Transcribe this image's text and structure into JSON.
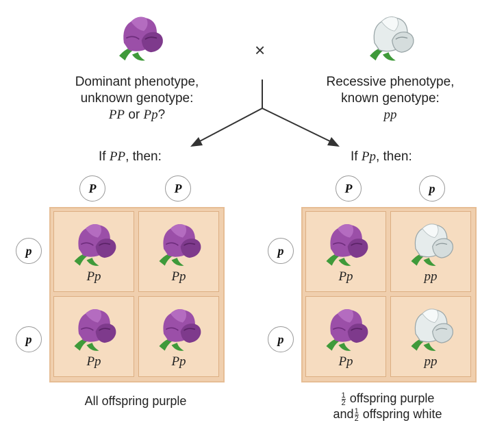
{
  "parents": {
    "dominant": {
      "line1": "Dominant phenotype,",
      "line2": "unknown genotype:",
      "geno_a": "PP",
      "or": "or",
      "geno_b": "Pp",
      "q": "?"
    },
    "recessive": {
      "line1": "Recessive phenotype,",
      "line2": "known genotype:",
      "geno": "pp"
    },
    "cross_symbol": "×"
  },
  "left_square": {
    "if_prefix": "If",
    "if_geno": "PP",
    "if_suffix": ", then:",
    "col_alleles": [
      "P",
      "P"
    ],
    "row_alleles": [
      "p",
      "p"
    ],
    "cells": [
      {
        "genotype": "Pp",
        "color": "purple"
      },
      {
        "genotype": "Pp",
        "color": "purple"
      },
      {
        "genotype": "Pp",
        "color": "purple"
      },
      {
        "genotype": "Pp",
        "color": "purple"
      }
    ],
    "result": "All offspring purple"
  },
  "right_square": {
    "if_prefix": "If",
    "if_geno": "Pp",
    "if_suffix": ", then:",
    "col_alleles": [
      "P",
      "p"
    ],
    "row_alleles": [
      "p",
      "p"
    ],
    "cells": [
      {
        "genotype": "Pp",
        "color": "purple"
      },
      {
        "genotype": "pp",
        "color": "white"
      },
      {
        "genotype": "Pp",
        "color": "purple"
      },
      {
        "genotype": "pp",
        "color": "white"
      }
    ],
    "result_line1_frac_num": "1",
    "result_line1_frac_den": "2",
    "result_line1_text": "offspring purple",
    "result_line2_prefix": "and",
    "result_line2_frac_num": "1",
    "result_line2_frac_den": "2",
    "result_line2_text": "offspring white"
  },
  "colors": {
    "purple_petal": "#9b4fa8",
    "purple_dark": "#6e2c7c",
    "white_petal": "#e6ecec",
    "white_dark": "#9aa6a8",
    "leaf": "#3f9a3a",
    "square_bg": "#f6dcc0"
  }
}
